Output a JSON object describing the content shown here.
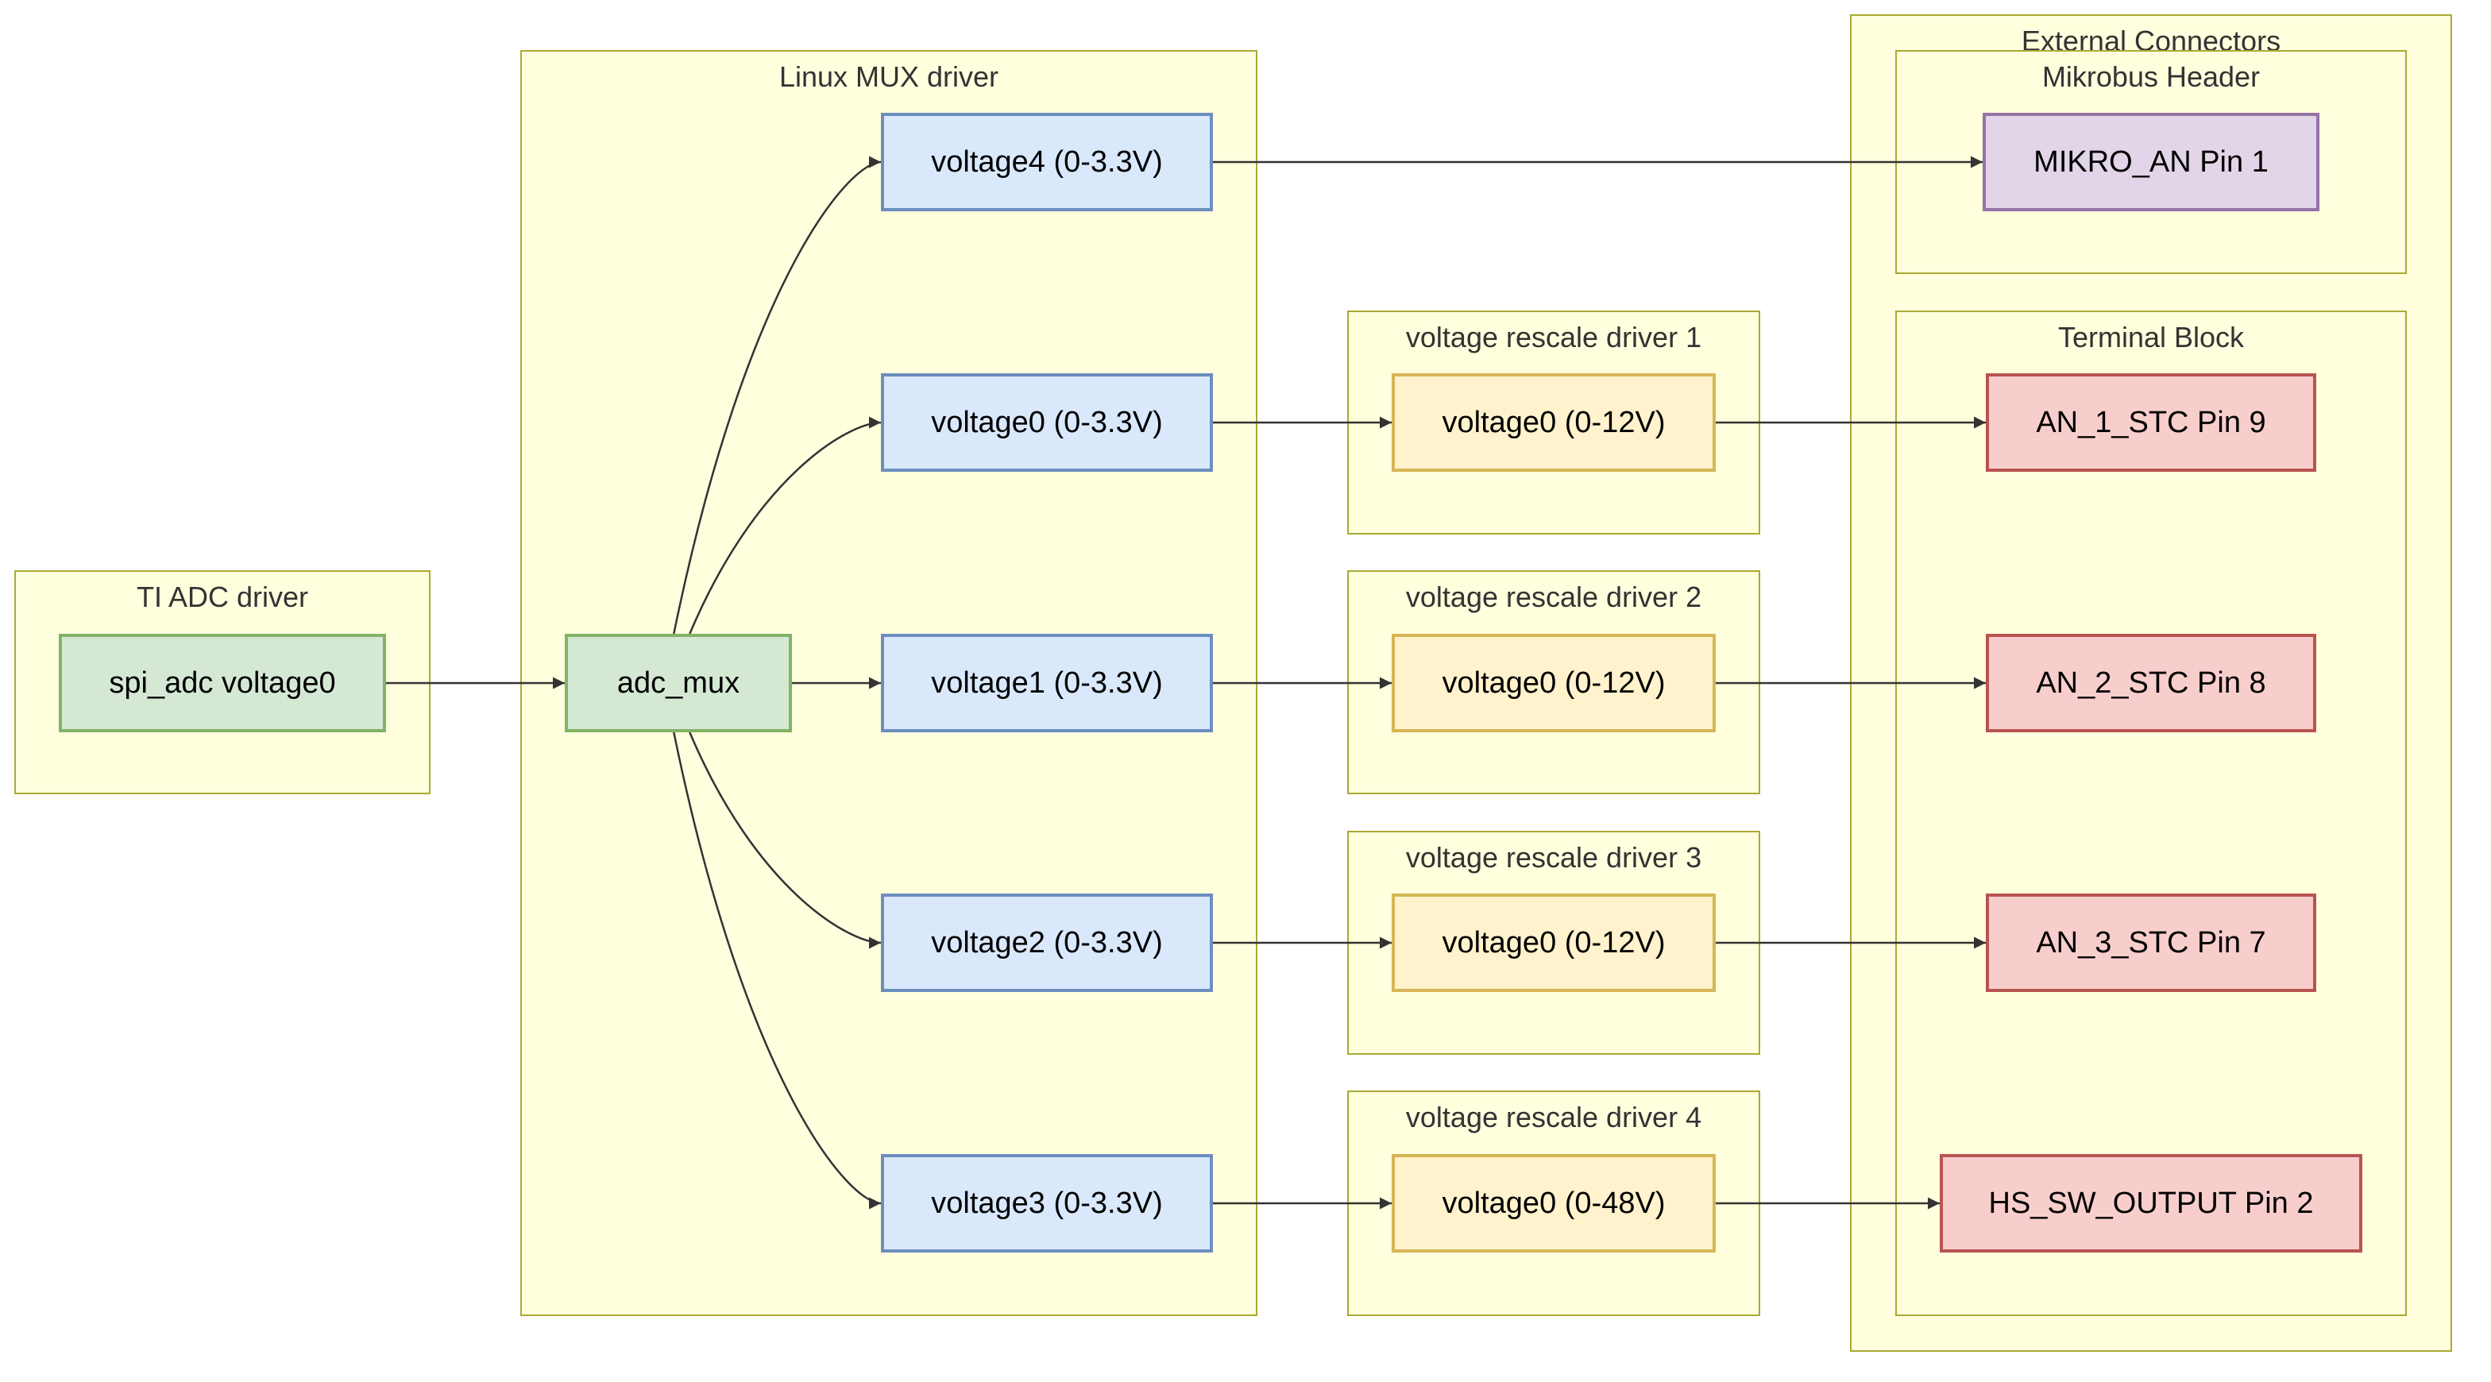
{
  "clusters": {
    "ti_adc": {
      "title": "TI ADC driver"
    },
    "linux_mux": {
      "title": "Linux MUX driver"
    },
    "rescale_1": {
      "title": "voltage rescale driver 1"
    },
    "rescale_2": {
      "title": "voltage rescale driver 2"
    },
    "rescale_3": {
      "title": "voltage rescale driver 3"
    },
    "rescale_4": {
      "title": "voltage rescale driver 4"
    },
    "external": {
      "title": "External Connectors"
    },
    "mikrobus": {
      "title": "Mikrobus Header"
    },
    "terminal": {
      "title": "Terminal Block"
    }
  },
  "nodes": {
    "spi_adc": {
      "label": "spi_adc voltage0",
      "color": "#d5e8d4"
    },
    "adc_mux": {
      "label": "adc_mux",
      "color": "#d5e8d4"
    },
    "mux_v4": {
      "label": "voltage4 (0-3.3V)",
      "color": "#dae8fc"
    },
    "mux_v0": {
      "label": "voltage0 (0-3.3V)",
      "color": "#dae8fc"
    },
    "mux_v1": {
      "label": "voltage1 (0-3.3V)",
      "color": "#dae8fc"
    },
    "mux_v2": {
      "label": "voltage2 (0-3.3V)",
      "color": "#dae8fc"
    },
    "mux_v3": {
      "label": "voltage3 (0-3.3V)",
      "color": "#dae8fc"
    },
    "rescale1_v0": {
      "label": "voltage0 (0-12V)",
      "color": "#fff2cc"
    },
    "rescale2_v0": {
      "label": "voltage0 (0-12V)",
      "color": "#fff2cc"
    },
    "rescale3_v0": {
      "label": "voltage0 (0-12V)",
      "color": "#fff2cc"
    },
    "rescale4_v0": {
      "label": "voltage0 (0-48V)",
      "color": "#fff2cc"
    },
    "mikro_an": {
      "label": "MIKRO_AN Pin 1",
      "color": "#e1d5e7"
    },
    "an1": {
      "label": "AN_1_STC Pin 9",
      "color": "#f8cecc"
    },
    "an2": {
      "label": "AN_2_STC Pin 8",
      "color": "#f8cecc"
    },
    "an3": {
      "label": "AN_3_STC Pin 7",
      "color": "#f8cecc"
    },
    "hs_sw": {
      "label": "HS_SW_OUTPUT Pin 2",
      "color": "#f8cecc"
    }
  },
  "edges": [
    {
      "from": "spi_adc",
      "to": "adc_mux"
    },
    {
      "from": "adc_mux",
      "to": "mux_v4"
    },
    {
      "from": "adc_mux",
      "to": "mux_v0"
    },
    {
      "from": "adc_mux",
      "to": "mux_v1"
    },
    {
      "from": "adc_mux",
      "to": "mux_v2"
    },
    {
      "from": "adc_mux",
      "to": "mux_v3"
    },
    {
      "from": "mux_v4",
      "to": "mikro_an"
    },
    {
      "from": "mux_v0",
      "to": "rescale1_v0"
    },
    {
      "from": "mux_v1",
      "to": "rescale2_v0"
    },
    {
      "from": "mux_v2",
      "to": "rescale3_v0"
    },
    {
      "from": "mux_v3",
      "to": "rescale4_v0"
    },
    {
      "from": "rescale1_v0",
      "to": "an1"
    },
    {
      "from": "rescale2_v0",
      "to": "an2"
    },
    {
      "from": "rescale3_v0",
      "to": "an3"
    },
    {
      "from": "rescale4_v0",
      "to": "hs_sw"
    }
  ],
  "edge_color": "#333333"
}
